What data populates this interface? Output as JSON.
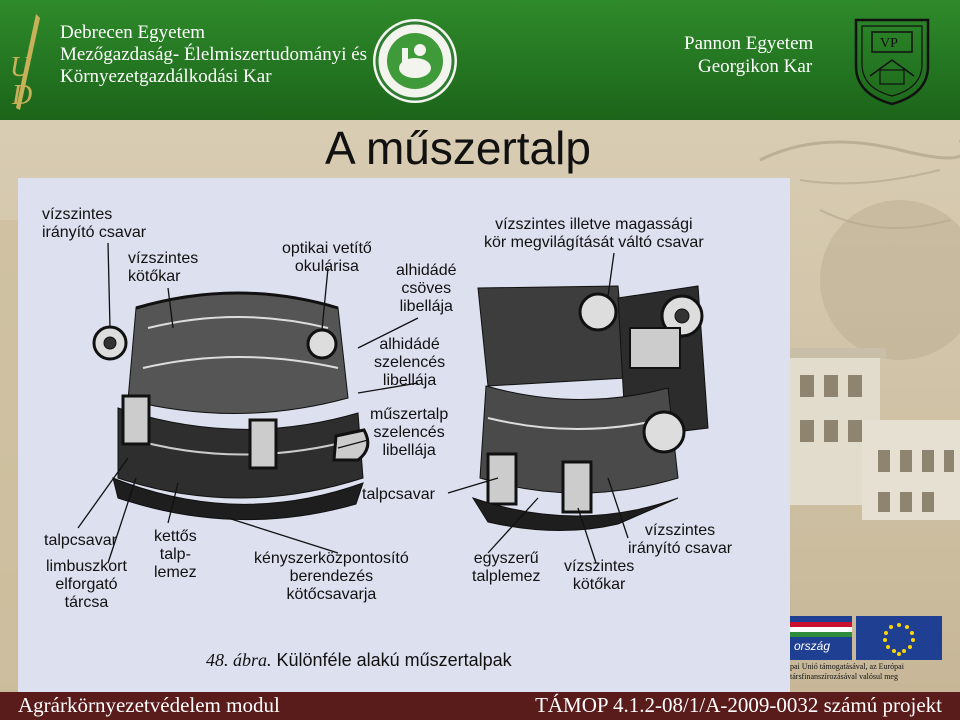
{
  "header": {
    "left_lines": [
      "Debrecen Egyetem",
      "Mezőgazdaság- Élelmiszertudományi és",
      "Környezetgazdálkodási Kar"
    ],
    "right_lines": [
      "Pannon Egyetem",
      "Georgikon Kar"
    ],
    "logo_left_icon": "ud-logo-icon",
    "seal_left_icon": "faculty-seal-icon",
    "seal_right_icon": "university-seal-icon",
    "brand_color": "#237421"
  },
  "slide": {
    "title": "A műszertalp"
  },
  "figure": {
    "labels": [
      {
        "id": "vizszintes-iranyito-csavar-1",
        "text": [
          "vízszintes",
          "irányító csavar"
        ]
      },
      {
        "id": "vizszintes-kotokar-1",
        "text": [
          "vízszintes",
          "kötőkar"
        ]
      },
      {
        "id": "optikai-vetito",
        "text": [
          "optikai vetítő",
          "okulárisa"
        ]
      },
      {
        "id": "alhidade-csoves",
        "text": [
          "alhidádé",
          "csöves",
          "libellája"
        ]
      },
      {
        "id": "alhidade-szelences",
        "text": [
          "alhidádé",
          "szelencés",
          "libellája"
        ]
      },
      {
        "id": "muszertalp-szelences",
        "text": [
          "műszertalp",
          "szelencés",
          "libellája"
        ]
      },
      {
        "id": "talpcsavar-right",
        "text": [
          "talpcsavar"
        ]
      },
      {
        "id": "kor-megvilagitas",
        "text": [
          "vízszintes illetve magassági",
          "kör megvilágítását váltó csavar"
        ]
      },
      {
        "id": "talpcsavar-left",
        "text": [
          "talpcsavar"
        ]
      },
      {
        "id": "limbuszkort",
        "text": [
          "limbuszkort",
          "elforgató",
          "tárcsa"
        ]
      },
      {
        "id": "kettos-talplemez",
        "text": [
          "kettős",
          "talp-",
          "lemez"
        ]
      },
      {
        "id": "kenyszerkozpontosito",
        "text": [
          "kényszerközpontosító",
          "berendezés",
          "kötőcsavarja"
        ]
      },
      {
        "id": "egyszeru-talplemez",
        "text": [
          "egyszerű",
          "talplemez"
        ]
      },
      {
        "id": "vizszintes-iranyito-csavar-2",
        "text": [
          "vízszintes",
          "irányító csavar"
        ]
      },
      {
        "id": "vizszintes-kotokar-2",
        "text": [
          "vízszintes",
          "kötőkar"
        ]
      }
    ],
    "caption_number": "48. ábra.",
    "caption_text": " Különféle alakú műszertalpak",
    "panel_color": "#dde0ef"
  },
  "flags": {
    "hu_text": "ország",
    "eu_note": "pai Unió támogatásával, az Európai társfinanszírozásával valósul meg"
  },
  "footer": {
    "left": "Agrárkörnyezetvédelem modul",
    "right": "TÁMOP 4.1.2-08/1/A-2009-0032 számú projekt",
    "color": "#5a1b1b"
  }
}
